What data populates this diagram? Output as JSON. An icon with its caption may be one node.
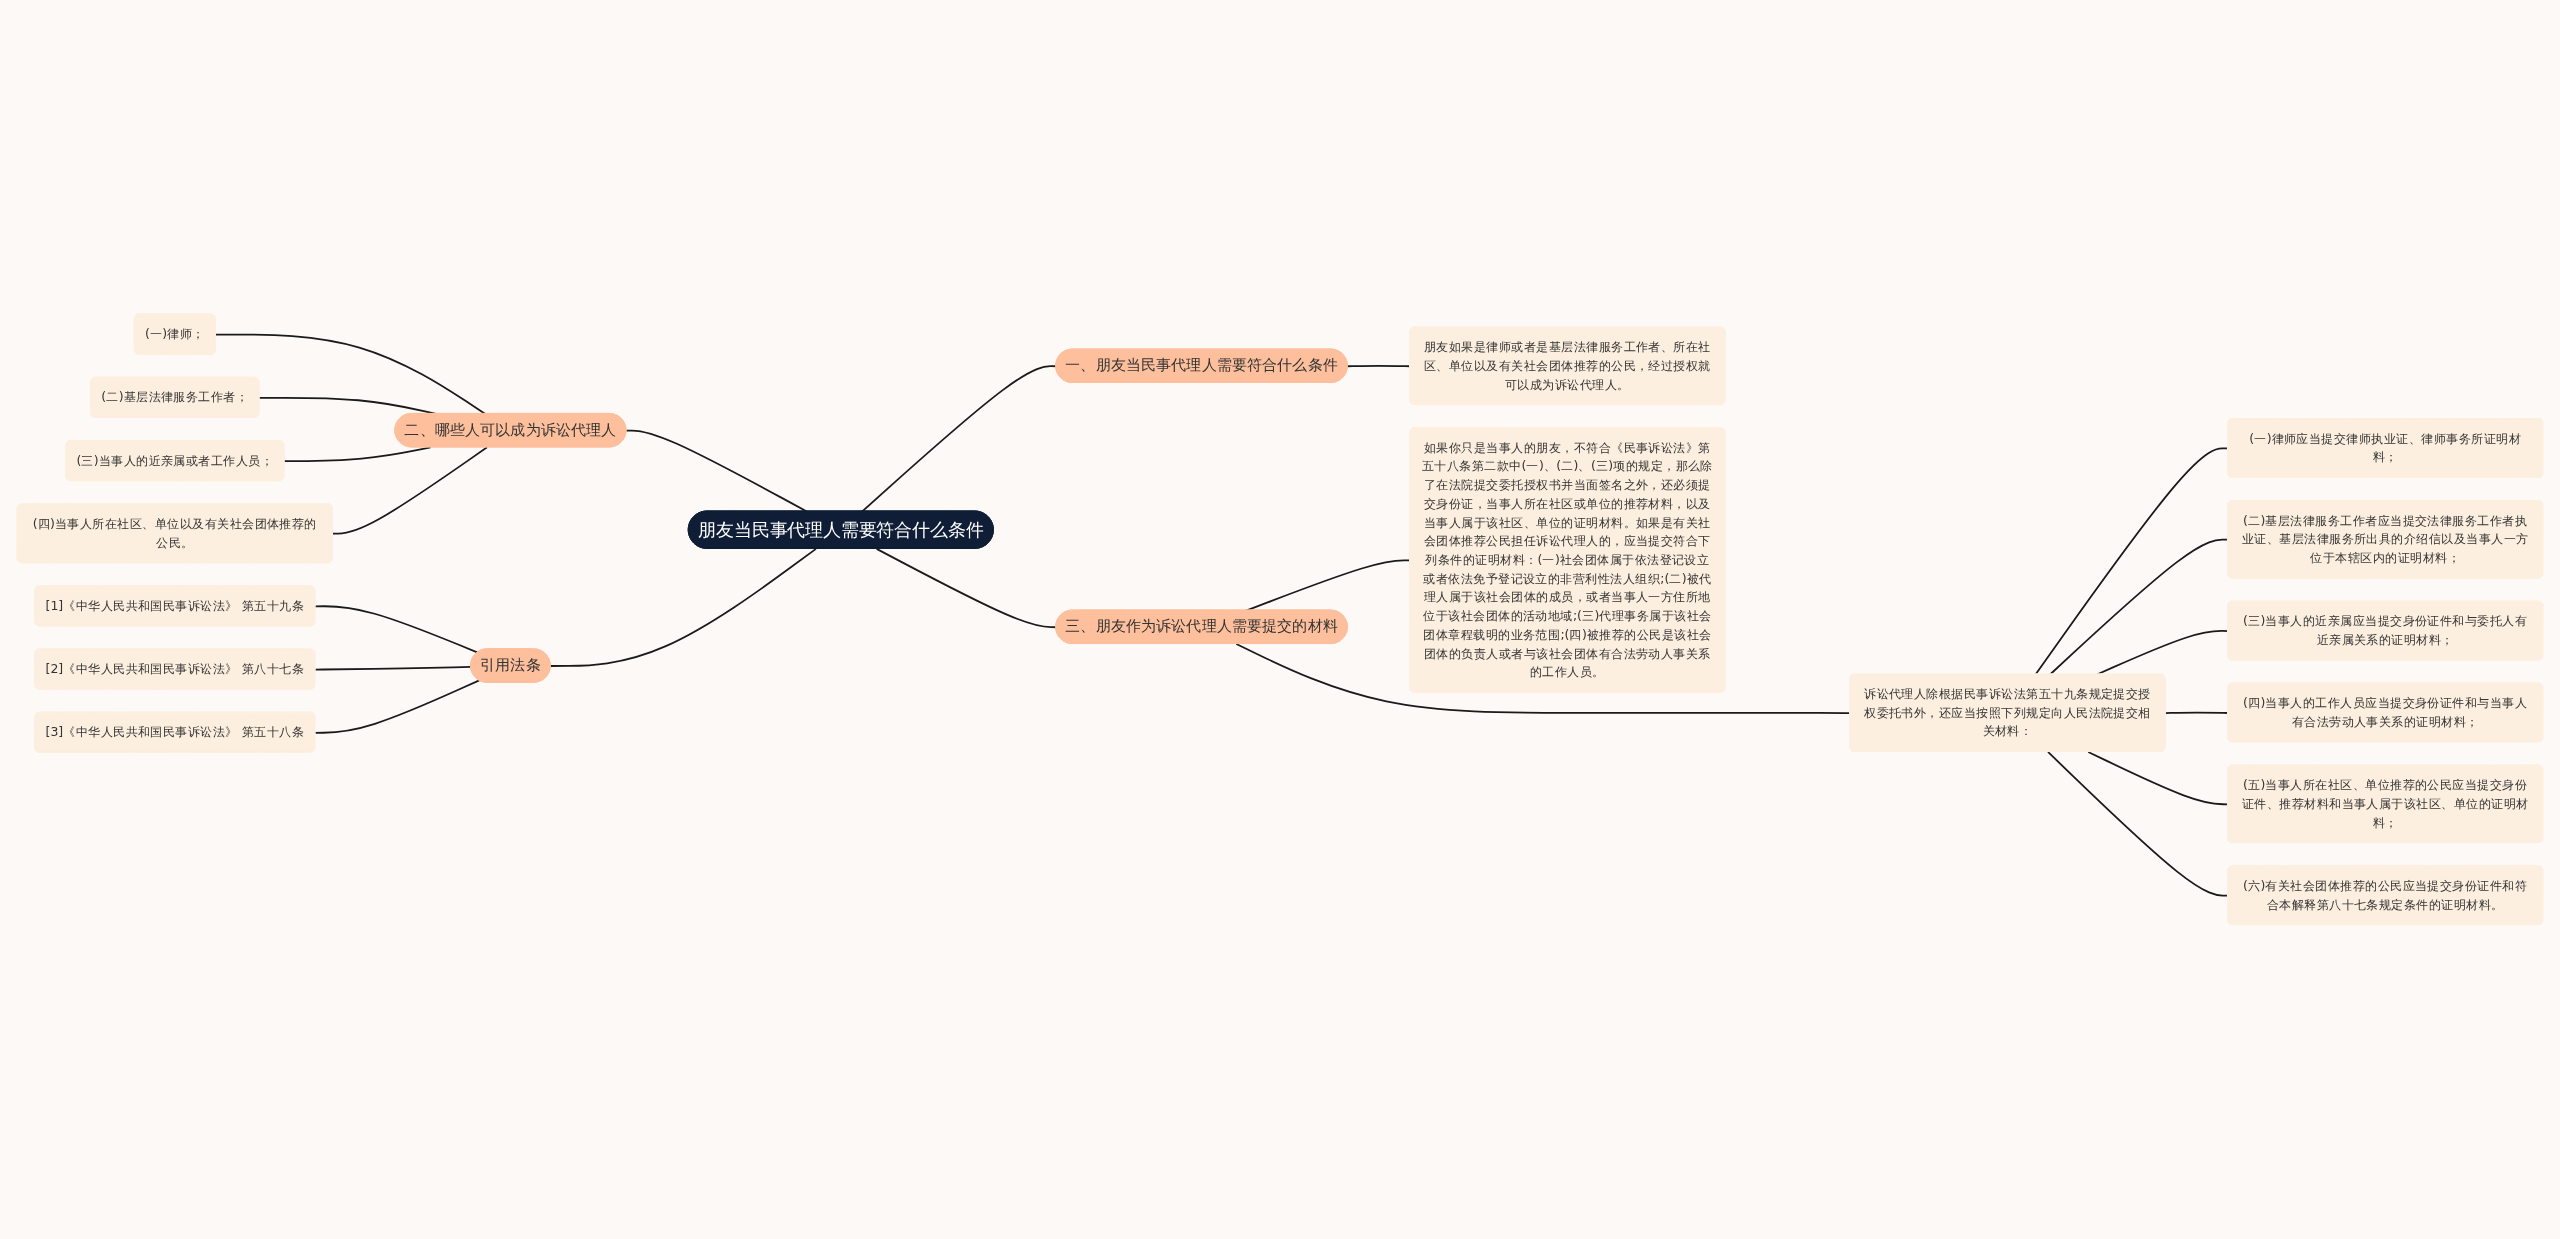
{
  "diagram": {
    "nodes": [
      {
        "text": [
          "朋友当民事代理人需要符合什么条件"
        ]
      },
      {
        "text": [
          "一、朋友当民事代理人需要符合什么条件"
        ]
      },
      {
        "text": [
          "朋友如果是律师或者是基层法律服务工作者、所在社区、单位以及有关社会团体推荐的公民，经过授权就可以成为诉讼代理人。"
        ]
      },
      {
        "text": [
          "二、哪些人可以成为诉讼代理人"
        ]
      },
      {
        "text": [
          "(一)律师；"
        ]
      },
      {
        "text": [
          "(二)基层法律服务工作者；"
        ]
      },
      {
        "text": [
          "(三)当事人的近亲属或者工作人员；"
        ]
      },
      {
        "text": [
          "(四)当事人所在社区、单位以及有关社会团体推荐的公民。"
        ]
      },
      {
        "text": [
          "三、朋友作为诉讼代理人需要提交的材料"
        ]
      },
      {
        "text": [
          "诉讼代理人除根据民事诉讼法第五十九条规定提交授权委托书外，还应当按照下列规定向人民法院提交相关材料："
        ]
      },
      {
        "text": [
          "(一)律师应当提交律师执业证、律师事务所证明材料；"
        ]
      },
      {
        "text": [
          "(二)基层法律服务工作者应当提交法律服务工作者执业证、基层法律服务所出具的介绍信以及当事人一方位于本辖区内的证明材料；"
        ]
      },
      {
        "text": [
          "(三)当事人的近亲属应当提交身份证件和与委托人有近亲属关系的证明材料；"
        ]
      },
      {
        "text": [
          "(四)当事人的工作人员应当提交身份证件和与当事人有合法劳动人事关系的证明材料；"
        ]
      },
      {
        "text": [
          "(五)当事人所在社区、单位推荐的公民应当提交身份证件、推荐材料和当事人属于该社区、单位的证明材料；"
        ]
      },
      {
        "text": [
          "(六)有关社会团体推荐的公民应当提交身份证件和符合本解释第八十七条规定条件的证明材料。"
        ]
      },
      {
        "text": [
          "如果你只是当事人的朋友，不符合《民事诉讼法》第五十八条第二款中(一)、(二)、(三)项的规定，那么除了在法院提交委托授权书并当面签名之外，还必须提交身份证，当事人所在社区或单位的推荐材料，以及当事人属于该社区、单位的证明材料。如果是有关社会团体推荐公民担任诉讼代理人的，应当提交符合下列条件的证明材料：(一)社会团体属于依法登记设立或者依法免予登记设立的非营利性法人组织;(二)被代理人属于该社会团体的成员，或者当事人一方住所地位于该社会团体的活动地域;(三)代理事务属于该社会团体章程载明的业务范围;(四)被推荐的公民是该社会团体的负责人或者与该社会团体有合法劳动人事关系的工作人员。"
        ]
      },
      {
        "text": [
          "引用法条"
        ]
      },
      {
        "text": [
          "[1]《中华人民共和国民事诉讼法》 第五十九条"
        ]
      },
      {
        "text": [
          "[2]《中华人民共和国民事诉讼法》 第八十七条"
        ]
      },
      {
        "text": [
          "[3]《中华人民共和国民事诉讼法》 第五十八条"
        ]
      }
    ],
    "edges": [
      {
        "from": 0,
        "to": 1,
        "arrow": "none"
      },
      {
        "from": 1,
        "to": 2,
        "arrow": "none"
      },
      {
        "from": 0,
        "to": 3,
        "arrow": "none"
      },
      {
        "from": 3,
        "to": 4,
        "arrow": "none"
      },
      {
        "from": 3,
        "to": 5,
        "arrow": "none"
      },
      {
        "from": 3,
        "to": 6,
        "arrow": "none"
      },
      {
        "from": 3,
        "to": 7,
        "arrow": "none"
      },
      {
        "from": 0,
        "to": 8,
        "arrow": "none"
      },
      {
        "from": 8,
        "to": 9,
        "arrow": "none"
      },
      {
        "from": 9,
        "to": 10,
        "arrow": "none"
      },
      {
        "from": 9,
        "to": 11,
        "arrow": "none"
      },
      {
        "from": 9,
        "to": 12,
        "arrow": "none"
      },
      {
        "from": 9,
        "to": 13,
        "arrow": "none"
      },
      {
        "from": 9,
        "to": 14,
        "arrow": "none"
      },
      {
        "from": 9,
        "to": 15,
        "arrow": "none"
      },
      {
        "from": 8,
        "to": 16,
        "arrow": "none"
      },
      {
        "from": 0,
        "to": 17,
        "arrow": "none"
      },
      {
        "from": 17,
        "to": 18,
        "arrow": "none"
      },
      {
        "from": 17,
        "to": 19,
        "arrow": "none"
      },
      {
        "from": 17,
        "to": 20,
        "arrow": "none"
      }
    ]
  }
}
